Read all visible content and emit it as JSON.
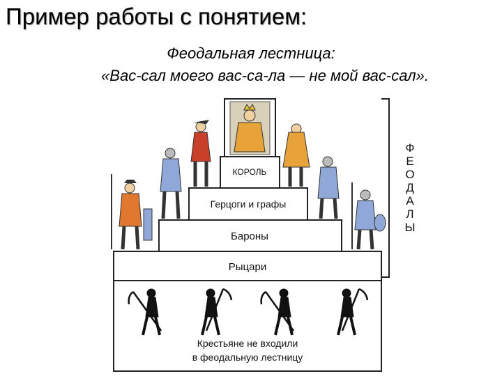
{
  "title": "Пример работы с понятием:",
  "subtitle_line1": "Феодальная лестница:",
  "subtitle_line2": "«Вас-сал моего вас-са-ла — не мой вас-сал».",
  "ladder": {
    "levels": [
      {
        "id": "king",
        "label": "КОРОЛЬ"
      },
      {
        "id": "dukes",
        "label": "Герцоги и графы"
      },
      {
        "id": "barons",
        "label": "Бароны"
      },
      {
        "id": "knights",
        "label": "Рыцари"
      }
    ],
    "peasants_line1": "Крестьяне не входили",
    "peasants_line2": "в феодальную лестницу",
    "feudals_label": [
      "Ф",
      "Е",
      "О",
      "Д",
      "А",
      "Л",
      "Ы"
    ]
  },
  "colors": {
    "king_robe": "#e8a23a",
    "red_cloth": "#c8402a",
    "blue_armor": "#8fa8d8",
    "orange_coat": "#e07830",
    "grey": "#bbbbbb",
    "ink": "#111111"
  }
}
